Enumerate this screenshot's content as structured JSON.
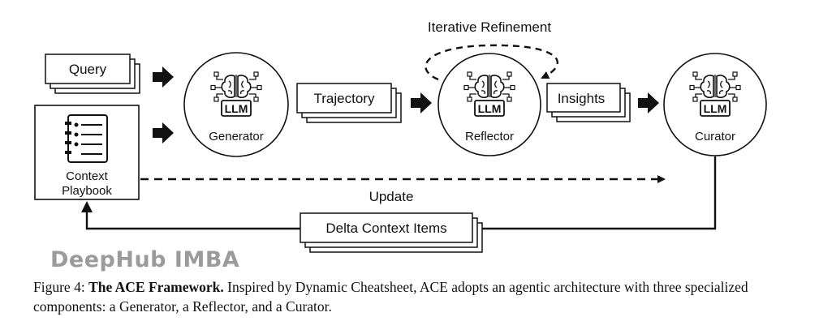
{
  "diagram": {
    "query_label": "Query",
    "playbook_label_line1": "Context",
    "playbook_label_line2": "Playbook",
    "generator_label": "Generator",
    "reflector_label": "Reflector",
    "curator_label": "Curator",
    "llm_badge": "LLM",
    "trajectory_label": "Trajectory",
    "insights_label": "Insights",
    "iterative_refinement_label": "Iterative Refinement",
    "update_label": "Update",
    "delta_label": "Delta Context Items"
  },
  "watermark": "DeepHub IMBA",
  "caption": {
    "prefix": "Figure 4: ",
    "bold": "The ACE Framework.",
    "text": " Inspired by Dynamic Cheatsheet, ACE adopts an agentic architecture with three specialized components: a Generator, a Reflector, and a Curator."
  }
}
